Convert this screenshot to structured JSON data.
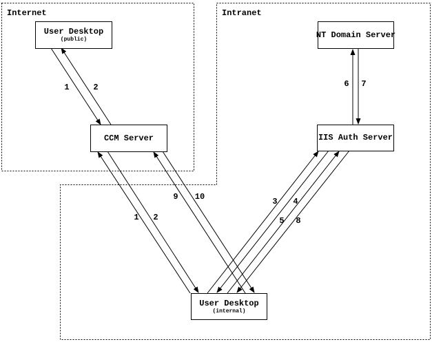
{
  "diagram": {
    "regions": {
      "internet": {
        "label": "Internet"
      },
      "intranet": {
        "label": "Intranet"
      }
    },
    "nodes": {
      "user_desktop_public": {
        "title": "User Desktop",
        "subtitle": "(public)"
      },
      "ccm_server": {
        "title": "CCM Server"
      },
      "nt_domain_server": {
        "title": "NT Domain Server"
      },
      "iis_auth_server": {
        "title": "IIS Auth Server"
      },
      "user_desktop_internal": {
        "title": "User Desktop",
        "subtitle": "(internal)"
      }
    },
    "arrow_labels": {
      "public_1": "1",
      "public_2": "2",
      "internal_1": "1",
      "internal_2": "2",
      "step_3": "3",
      "step_4": "4",
      "step_5": "5",
      "step_6": "6",
      "step_7": "7",
      "step_8": "8",
      "step_9": "9",
      "step_10": "10"
    },
    "colors": {
      "line": "#000000",
      "background": "#ffffff",
      "text": "#000000"
    }
  }
}
